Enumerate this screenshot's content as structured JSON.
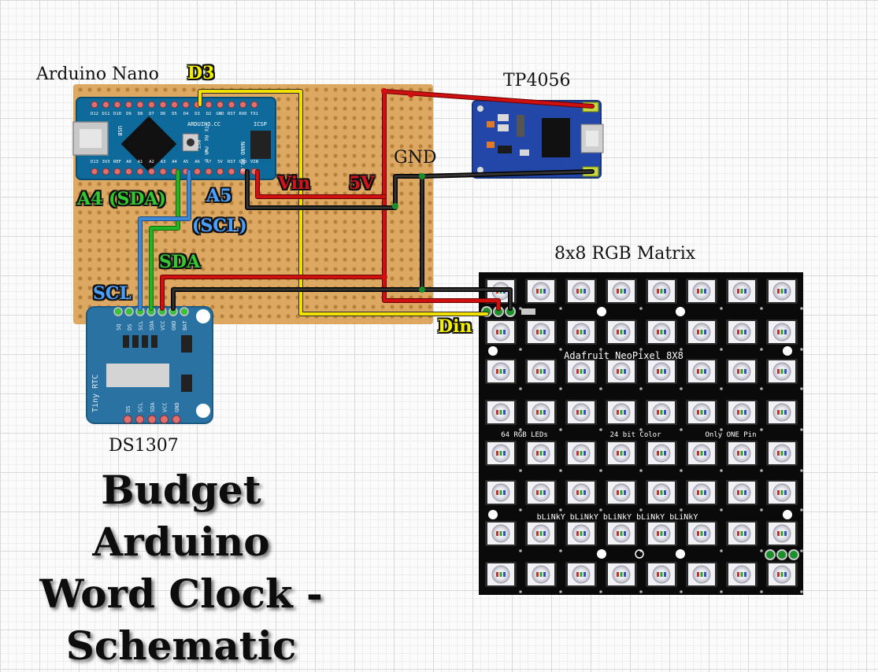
{
  "title": {
    "line1": "Budget Arduino",
    "line2": "Word Clock -",
    "line3": "Schematic"
  },
  "components": {
    "arduino": {
      "label": "Arduino Nano",
      "silkscreen_top_pins": [
        "D12",
        "D11",
        "D10",
        "D9",
        "D8",
        "D7",
        "D6",
        "D5",
        "D4",
        "D3",
        "D2",
        "GND",
        "RST",
        "RX0",
        "TX1"
      ],
      "silkscreen_bottom_pins": [
        "D13",
        "3V3",
        "REF",
        "A0",
        "A1",
        "A2",
        "A3",
        "A4",
        "A5",
        "A6",
        "A7",
        "5V",
        "RST",
        "GND",
        "VIN"
      ],
      "brand": "ARDUINO.CC",
      "model": "NANO V3.0",
      "usb": "USB",
      "icsp": "ICSP",
      "tx": "TX",
      "rx": "RX",
      "pwr": "PWR",
      "l": "L",
      "rst": "RST"
    },
    "charger": {
      "label": "TP4056"
    },
    "rtc": {
      "label": "DS1307",
      "board_name": "Tiny RTC",
      "top_pins": [
        "SQ",
        "DS",
        "SCL",
        "SDA",
        "VCC",
        "GND",
        "BAT"
      ],
      "bottom_pins": [
        "DS",
        "SCL",
        "SDA",
        "VCC",
        "GND"
      ]
    },
    "matrix": {
      "label": "8x8 RGB Matrix",
      "board_title": "Adafruit NeoPixel 8X8",
      "text_a": "64 RGB LEDs",
      "text_b": "24 bit Color",
      "text_c": "Only ONE Pin",
      "blinky": "bLiNkY bLiNkY bLiNkY bLiNkY bLiNkY",
      "rows": 8,
      "cols": 8
    }
  },
  "wire_labels": {
    "d3": "D3",
    "vin": "Vin",
    "fivev": "5V",
    "gnd": "GND",
    "a4": "A4 (SDA)",
    "a5_line1": "A5",
    "a5_line2": "(SCL)",
    "sda": "SDA",
    "scl": "SCL",
    "din": "Din"
  },
  "colors": {
    "stripboard": "#dca862",
    "nano_pcb": "#0e6a9a",
    "rtc_pcb": "#2a72a2",
    "charger_pcb": "#2347a8",
    "matrix_pcb": "#0a0a0a",
    "wire_red": "#cf1010",
    "wire_black": "#1a1a1a",
    "wire_yellow": "#f2e000",
    "wire_green": "#22b422",
    "wire_blue": "#3a88d8"
  }
}
